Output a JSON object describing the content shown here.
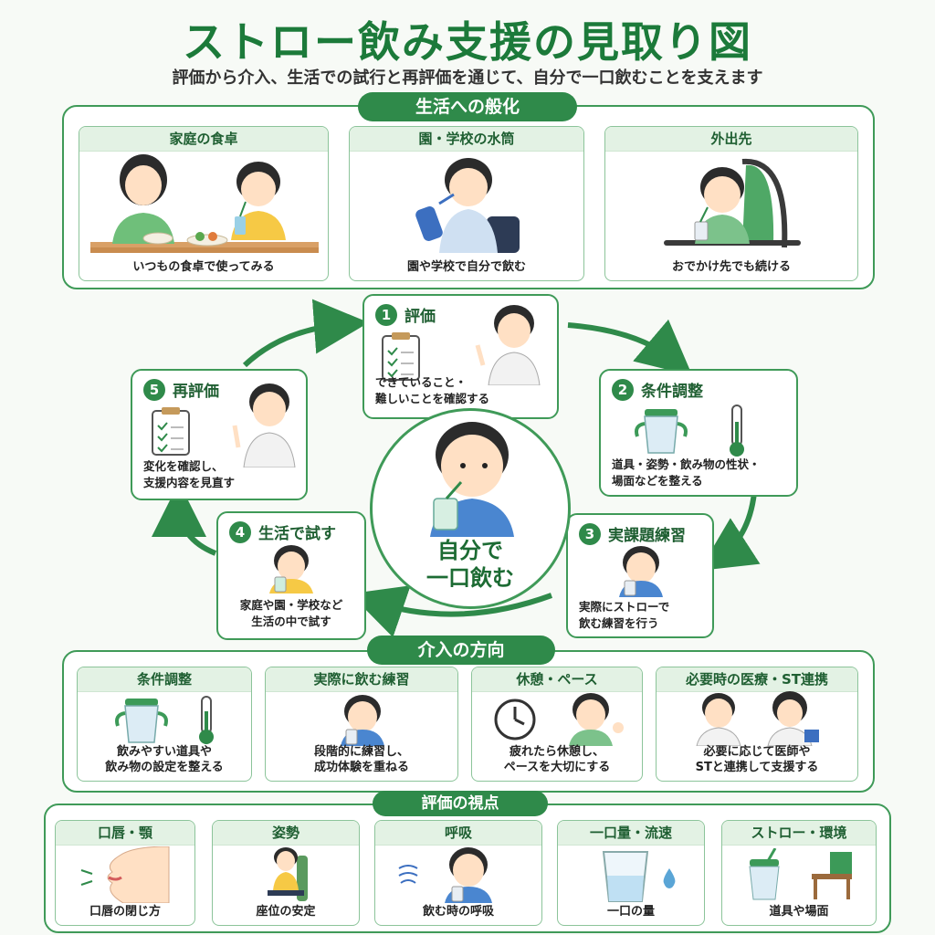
{
  "title": "ストロー飲み支援の見取り図",
  "subtitle": "評価から介入、生活での試行と再評価を通じて、自分で一口飲むことを支えます",
  "generalization": {
    "heading": "生活への般化",
    "cards": [
      {
        "title": "家庭の食卓",
        "caption": "いつもの食卓で使ってみる"
      },
      {
        "title": "園・学校の水筒",
        "caption": "園や学校で自分で飲む"
      },
      {
        "title": "外出先",
        "caption": "おでかけ先でも続ける"
      }
    ]
  },
  "cycle": {
    "center_line1": "自分で",
    "center_line2": "一口飲む",
    "steps": [
      {
        "num": "1",
        "title": "評価",
        "desc1": "できていること・",
        "desc2": "難しいことを確認する"
      },
      {
        "num": "2",
        "title": "条件調整",
        "desc1": "道具・姿勢・飲み物の性状・",
        "desc2": "場面などを整える"
      },
      {
        "num": "3",
        "title": "実課題練習",
        "desc1": "実際にストローで",
        "desc2": "飲む練習を行う"
      },
      {
        "num": "4",
        "title": "生活で試す",
        "desc1": "家庭や園・学校など",
        "desc2": "生活の中で試す"
      },
      {
        "num": "5",
        "title": "再評価",
        "desc1": "変化を確認し、",
        "desc2": "支援内容を見直す"
      }
    ]
  },
  "intervention": {
    "heading": "介入の方向",
    "cards": [
      {
        "title": "条件調整",
        "cap1": "飲みやすい道具や",
        "cap2": "飲み物の設定を整える"
      },
      {
        "title": "実際に飲む練習",
        "cap1": "段階的に練習し、",
        "cap2": "成功体験を重ねる"
      },
      {
        "title": "休憩・ペース",
        "cap1": "疲れたら休憩し、",
        "cap2": "ペースを大切にする"
      },
      {
        "title": "必要時の医療・ST連携",
        "cap1": "必要に応じて医師や",
        "cap2": "STと連携して支援する"
      }
    ]
  },
  "viewpoints": {
    "heading": "評価の視点",
    "cards": [
      {
        "title": "口唇・顎",
        "caption": "口唇の閉じ方"
      },
      {
        "title": "姿勢",
        "caption": "座位の安定"
      },
      {
        "title": "呼吸",
        "caption": "飲む時の呼吸"
      },
      {
        "title": "一口量・流速",
        "caption": "一口の量"
      },
      {
        "title": "ストロー・環境",
        "caption": "道具や場面"
      }
    ]
  },
  "colors": {
    "primary": "#2f8a4a",
    "border": "#3f9a58",
    "accent": "#1c7a3a"
  }
}
